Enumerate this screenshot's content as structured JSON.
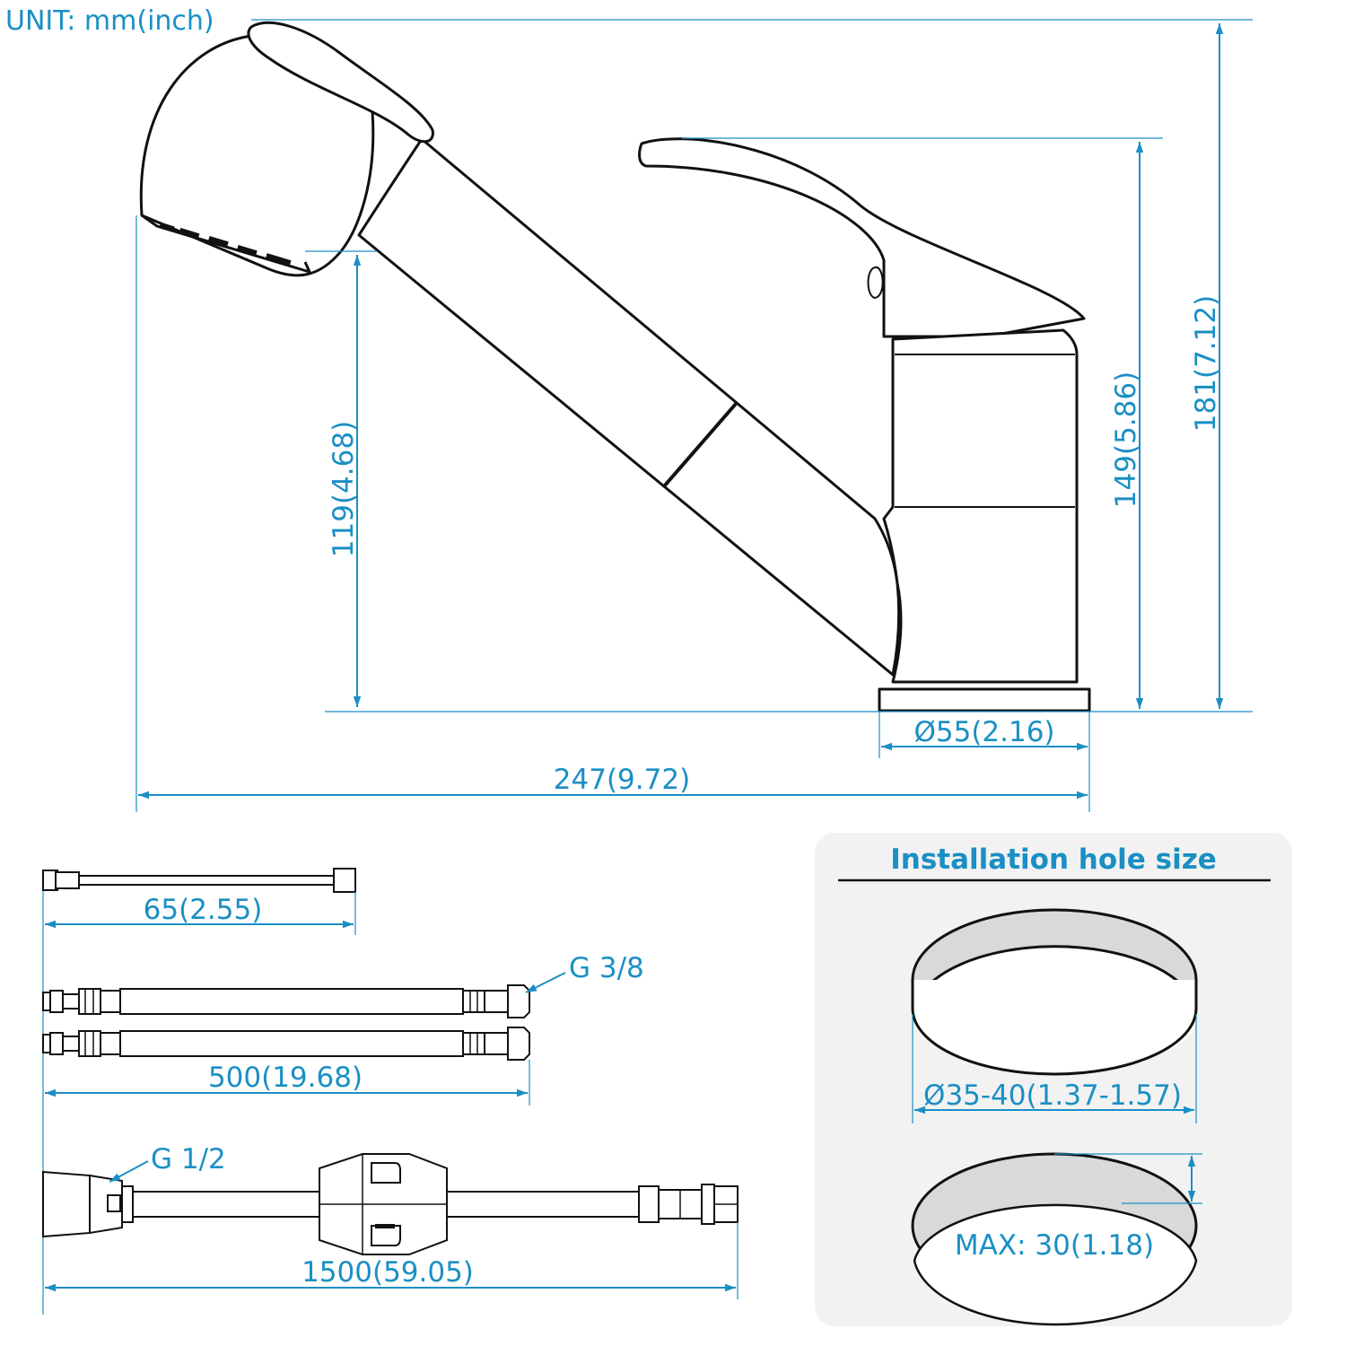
{
  "unit_label": "UNIT: mm(inch)",
  "faucet": {
    "total_height": "181(7.12)",
    "handle_height": "149(5.86)",
    "spout_height": "119(4.68)",
    "base_diameter": "Ø55(2.16)",
    "total_length": "247(9.72)"
  },
  "hoses": {
    "short_hose_length": "65(2.55)",
    "supply_thread": "G 3/8",
    "supply_hose_length": "500(19.68)",
    "pullout_thread": "G 1/2",
    "pullout_hose_length": "1500(59.05)"
  },
  "installation": {
    "title": "Installation hole size",
    "hole_diameter": "Ø35-40(1.37-1.57)",
    "max_thickness": "MAX: 30(1.18)"
  },
  "colors": {
    "dimension": "#1a8fc4",
    "outline": "#111111",
    "panel": "#f2f2f2",
    "hole_fill": "#d9d9d9"
  }
}
